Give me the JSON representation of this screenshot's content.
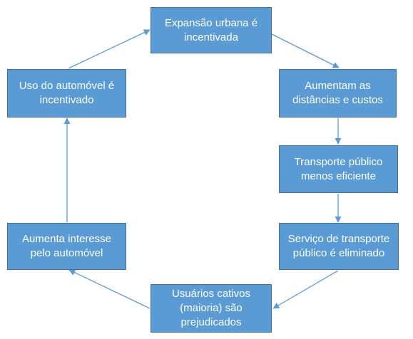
{
  "diagram": {
    "nodes": [
      {
        "id": "expansao",
        "label": "Expansão urbana é incentivada"
      },
      {
        "id": "distancias",
        "label": "Aumentam as distâncias e custos"
      },
      {
        "id": "transporte",
        "label": "Transporte público menos eficiente"
      },
      {
        "id": "servico",
        "label": "Serviço de transporte público é eliminado"
      },
      {
        "id": "usuarios",
        "label": "Usuários cativos (maioria) são prejudicados"
      },
      {
        "id": "interesse",
        "label": "Aumenta interesse pelo automóvel"
      },
      {
        "id": "uso",
        "label": "Uso do automóvel é incentivado"
      }
    ],
    "edges": [
      {
        "from": "expansao",
        "to": "distancias"
      },
      {
        "from": "distancias",
        "to": "transporte"
      },
      {
        "from": "transporte",
        "to": "servico"
      },
      {
        "from": "servico",
        "to": "usuarios"
      },
      {
        "from": "usuarios",
        "to": "interesse"
      },
      {
        "from": "interesse",
        "to": "uso"
      },
      {
        "from": "uso",
        "to": "expansao"
      }
    ],
    "colors": {
      "box_fill": "#5b9bd5",
      "box_border": "#41719c",
      "text": "#ffffff",
      "arrow": "#5b9bd5"
    }
  }
}
